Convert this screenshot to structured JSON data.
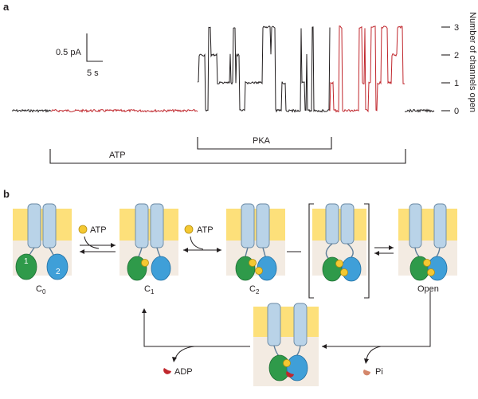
{
  "panel_a": {
    "label": "a",
    "scale_current": "0.5 pA",
    "scale_time": "5 s",
    "axis_title": "Number of channels open",
    "ticks": [
      "3",
      "2",
      "1",
      "0"
    ],
    "bracket_atp": "ATP",
    "bracket_pka": "PKA",
    "trace_colors": {
      "baseline": "#231f20",
      "atp": "#c0272d"
    }
  },
  "panel_b": {
    "label": "b",
    "states": {
      "c0": {
        "label": "C",
        "sub": "0"
      },
      "c1": {
        "label": "C",
        "sub": "1"
      },
      "c2": {
        "label": "C",
        "sub": "2"
      },
      "open": {
        "label": "Open"
      }
    },
    "domain_1": "1",
    "domain_2": "2",
    "atp_1": "ATP",
    "atp_2": "ATP",
    "adp": "ADP",
    "pi": "Pi",
    "colors": {
      "membrane": "#fde07a",
      "helix": "#b9d3e8",
      "nbd1": "#2f9a4a",
      "nbd2": "#3f9fd8",
      "atp": "#f4c832",
      "adp": "#c0272d",
      "pi": "#d4876b"
    }
  }
}
